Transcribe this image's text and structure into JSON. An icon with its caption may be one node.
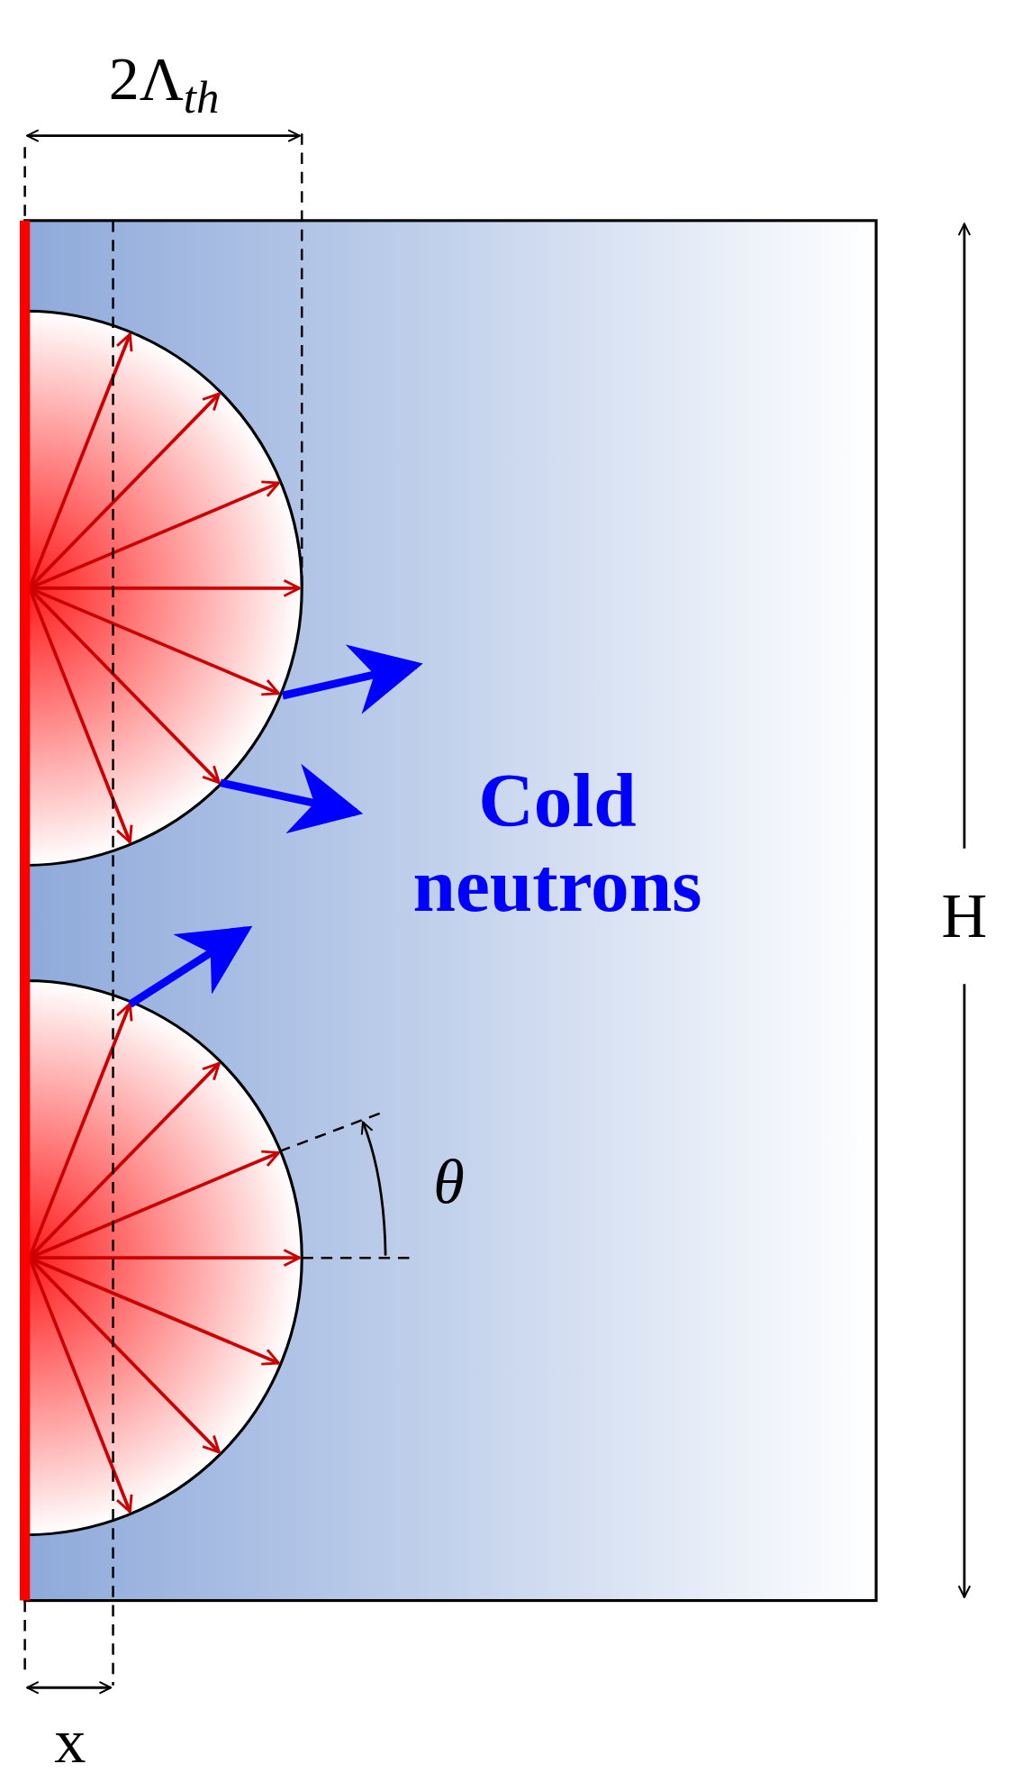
{
  "diagram": {
    "labels": [
      "2Λ$_{th}$",
      "Cold neutrons",
      "H",
      "θ",
      "x"
    ]
  }
}
